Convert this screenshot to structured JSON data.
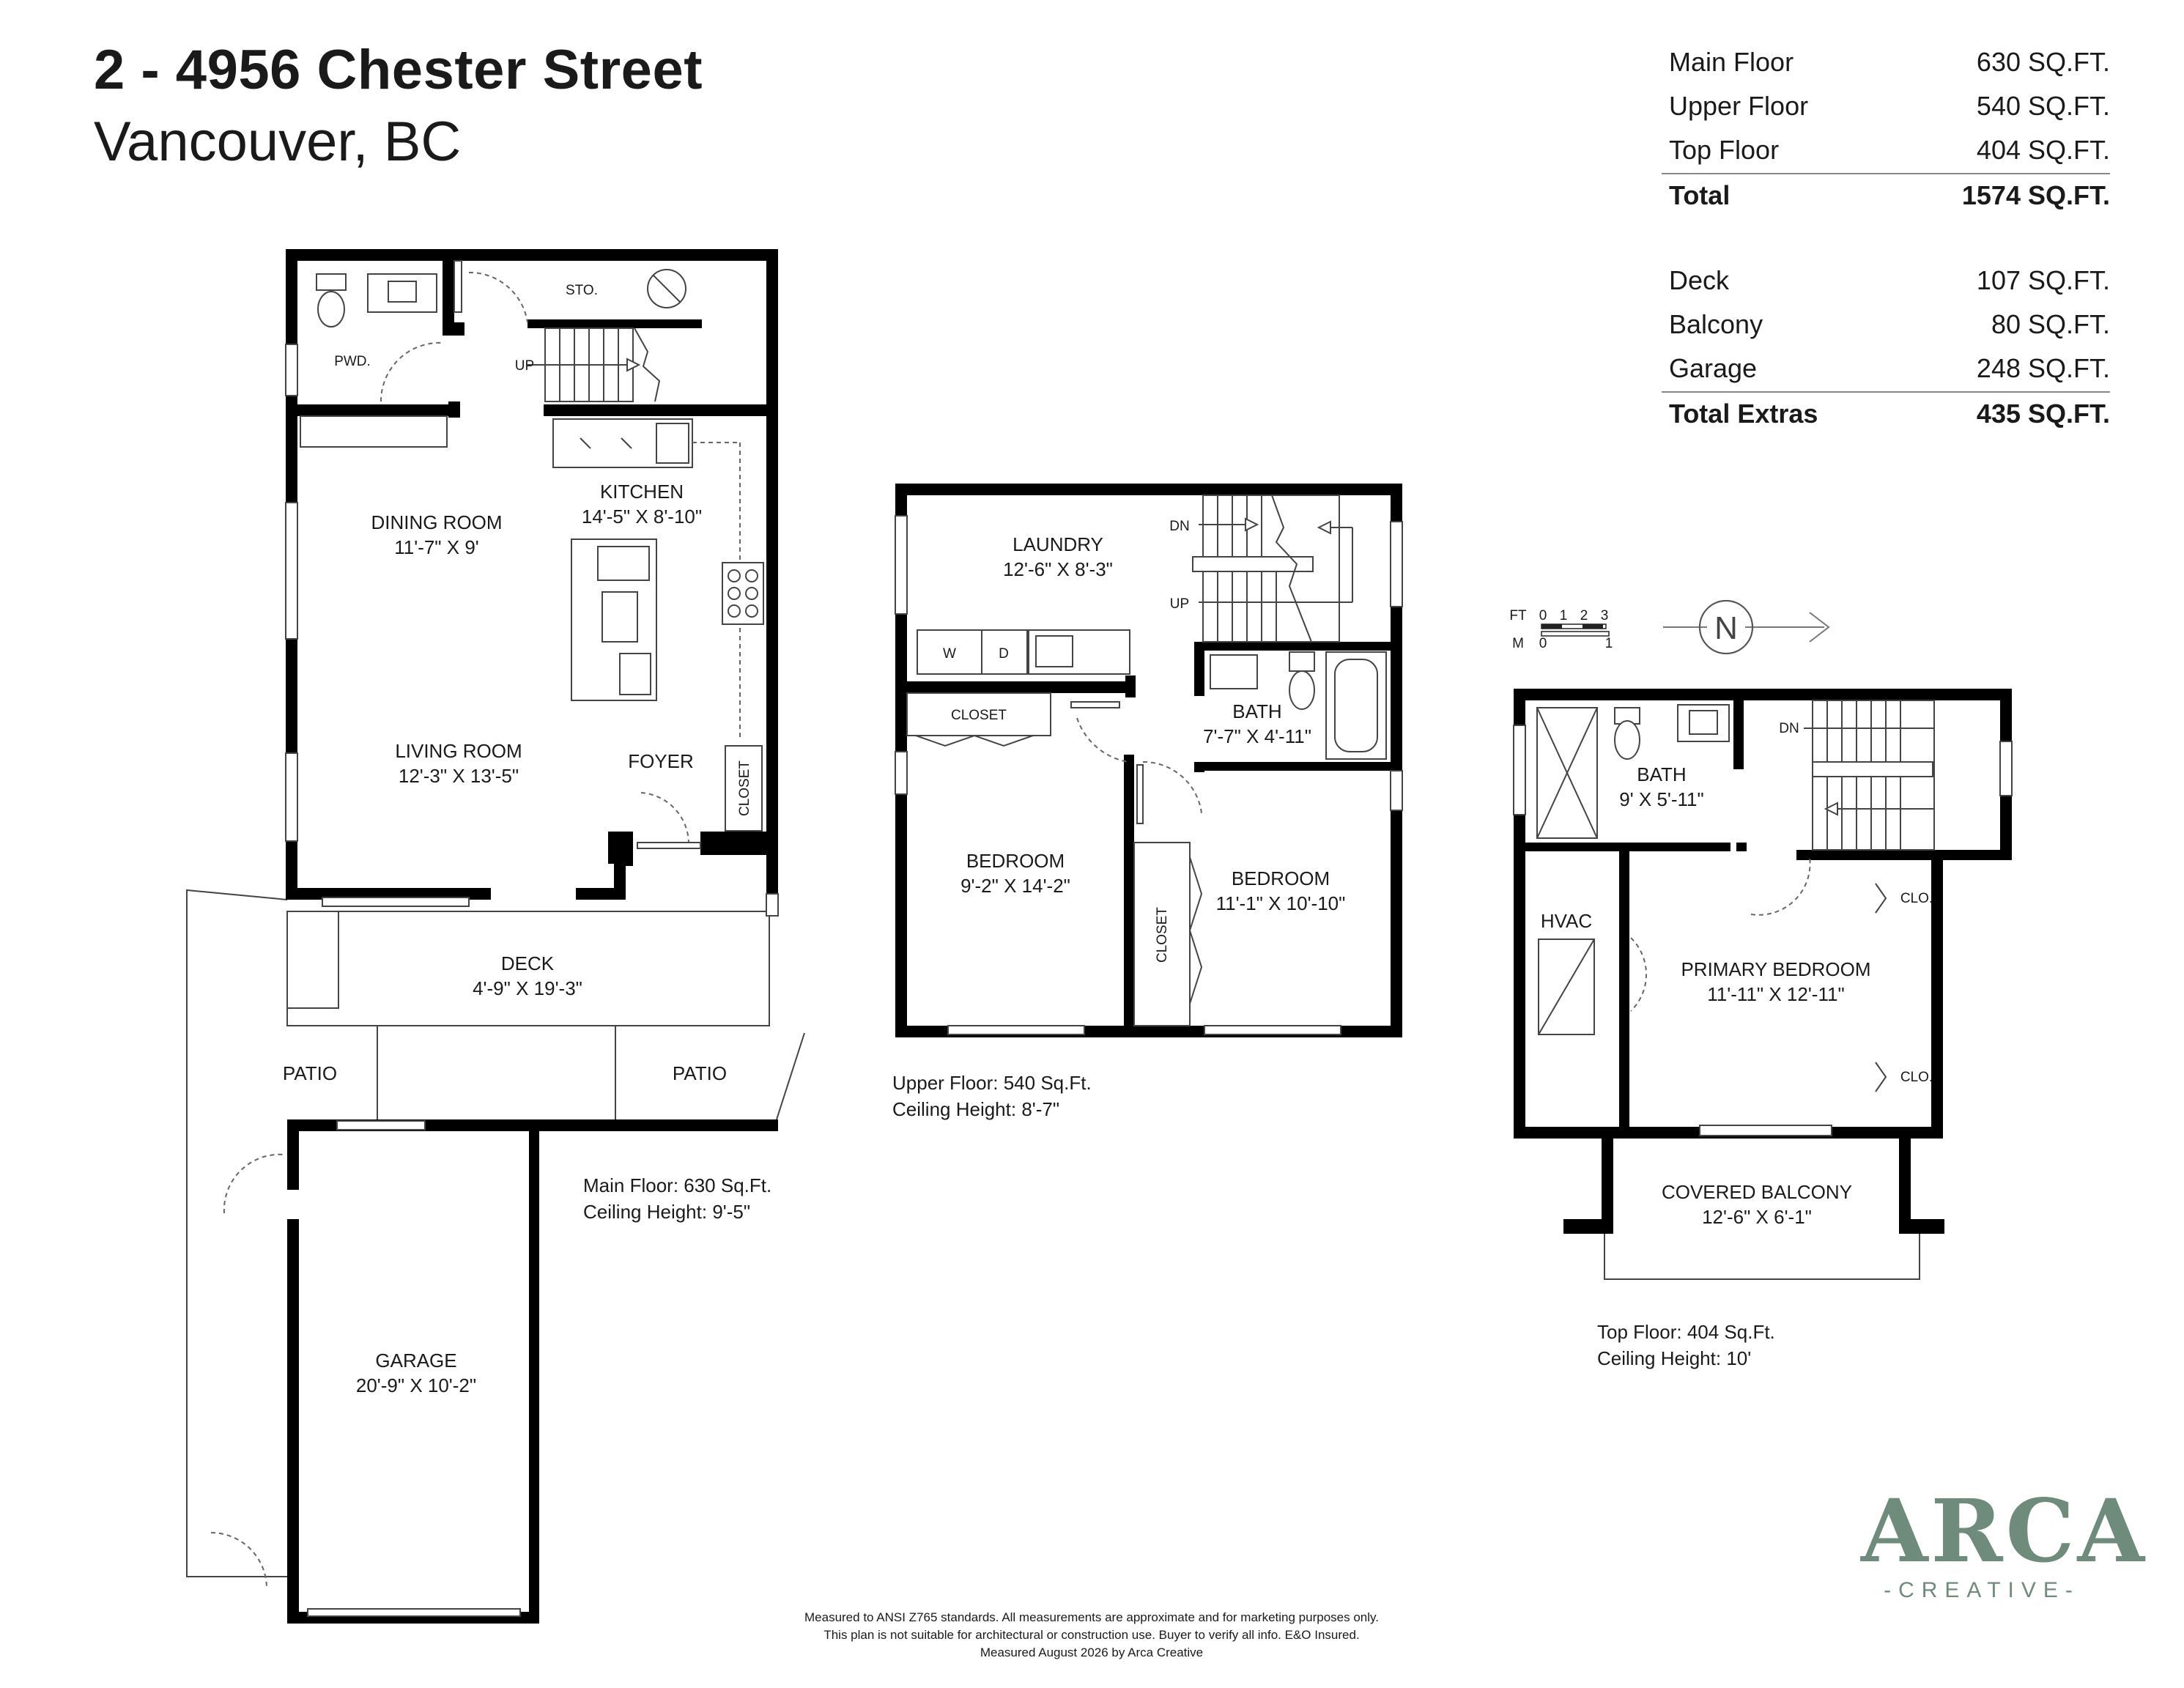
{
  "header": {
    "title": "2 - 4956 Chester Street",
    "subtitle": "Vancouver, BC"
  },
  "areas": {
    "main": [
      {
        "label": "Main Floor",
        "value": "630 SQ.FT."
      },
      {
        "label": "Upper Floor",
        "value": "540 SQ.FT."
      },
      {
        "label": "Top Floor",
        "value": "404 SQ.FT."
      }
    ],
    "main_total": {
      "label": "Total",
      "value": "1574 SQ.FT."
    },
    "extras": [
      {
        "label": "Deck",
        "value": "107 SQ.FT."
      },
      {
        "label": "Balcony",
        "value": "80 SQ.FT."
      },
      {
        "label": "Garage",
        "value": "248 SQ.FT."
      }
    ],
    "extras_total": {
      "label": "Total Extras",
      "value": "435 SQ.FT."
    }
  },
  "main_floor": {
    "rooms": {
      "pwd": "PWD.",
      "sto": "STO.",
      "up": "UP",
      "dining": "DINING ROOM",
      "dining_dim": "11'-7\" X 9'",
      "kitchen": "KITCHEN",
      "kitchen_dim": "14'-5\" X 8'-10\"",
      "living": "LIVING ROOM",
      "living_dim": "12'-3\" X 13'-5\"",
      "foyer": "FOYER",
      "closet": "CLOSET",
      "deck": "DECK",
      "deck_dim": "4'-9\" X 19'-3\"",
      "patio_left": "PATIO",
      "patio_right": "PATIO",
      "garage": "GARAGE",
      "garage_dim": "20'-9\" X 10'-2\""
    },
    "note_area": "Main Floor: 630 Sq.Ft.",
    "note_ceiling": "Ceiling Height: 9'-5\""
  },
  "upper_floor": {
    "rooms": {
      "laundry": "LAUNDRY",
      "laundry_dim": "12'-6\" X 8'-3\"",
      "dn": "DN",
      "up": "UP",
      "w": "W",
      "d": "D",
      "bath": "BATH",
      "bath_dim": "7'-7\" X 4'-11\"",
      "closet_top": "CLOSET",
      "closet_side": "CLOSET",
      "bedroom1": "BEDROOM",
      "bedroom1_dim": "9'-2\" X 14'-2\"",
      "bedroom2": "BEDROOM",
      "bedroom2_dim": "11'-1\" X 10'-10\""
    },
    "note_area": "Upper Floor: 540 Sq.Ft.",
    "note_ceiling": "Ceiling Height: 8'-7\""
  },
  "top_floor": {
    "rooms": {
      "dn": "DN",
      "bath": "BATH",
      "bath_dim": "9' X 5'-11\"",
      "hvac": "HVAC",
      "clo1": "CLO.",
      "clo2": "CLO.",
      "primary": "PRIMARY BEDROOM",
      "primary_dim": "11'-11\" X 12'-11\"",
      "balcony": "COVERED BALCONY",
      "balcony_dim": "12'-6\" X 6'-1\""
    },
    "note_area": "Top Floor: 404 Sq.Ft.",
    "note_ceiling": "Ceiling Height: 10'"
  },
  "scale": {
    "ft_label": "FT",
    "ft_ticks": [
      "0",
      "1",
      "2",
      "3"
    ],
    "m_label": "M",
    "m_ticks": [
      "0",
      "1"
    ],
    "north": "N"
  },
  "disclaimer": [
    "Measured to ANSI Z765 standards. All measurements are approximate and for marketing purposes only.",
    "This plan is not suitable for architectural or construction use. Buyer to verify all info. E&O Insured.",
    "Measured August 2026 by Arca Creative"
  ],
  "logo": {
    "main": "ARCA",
    "sub": "CREATIVE",
    "color": "#6e8b7b"
  }
}
